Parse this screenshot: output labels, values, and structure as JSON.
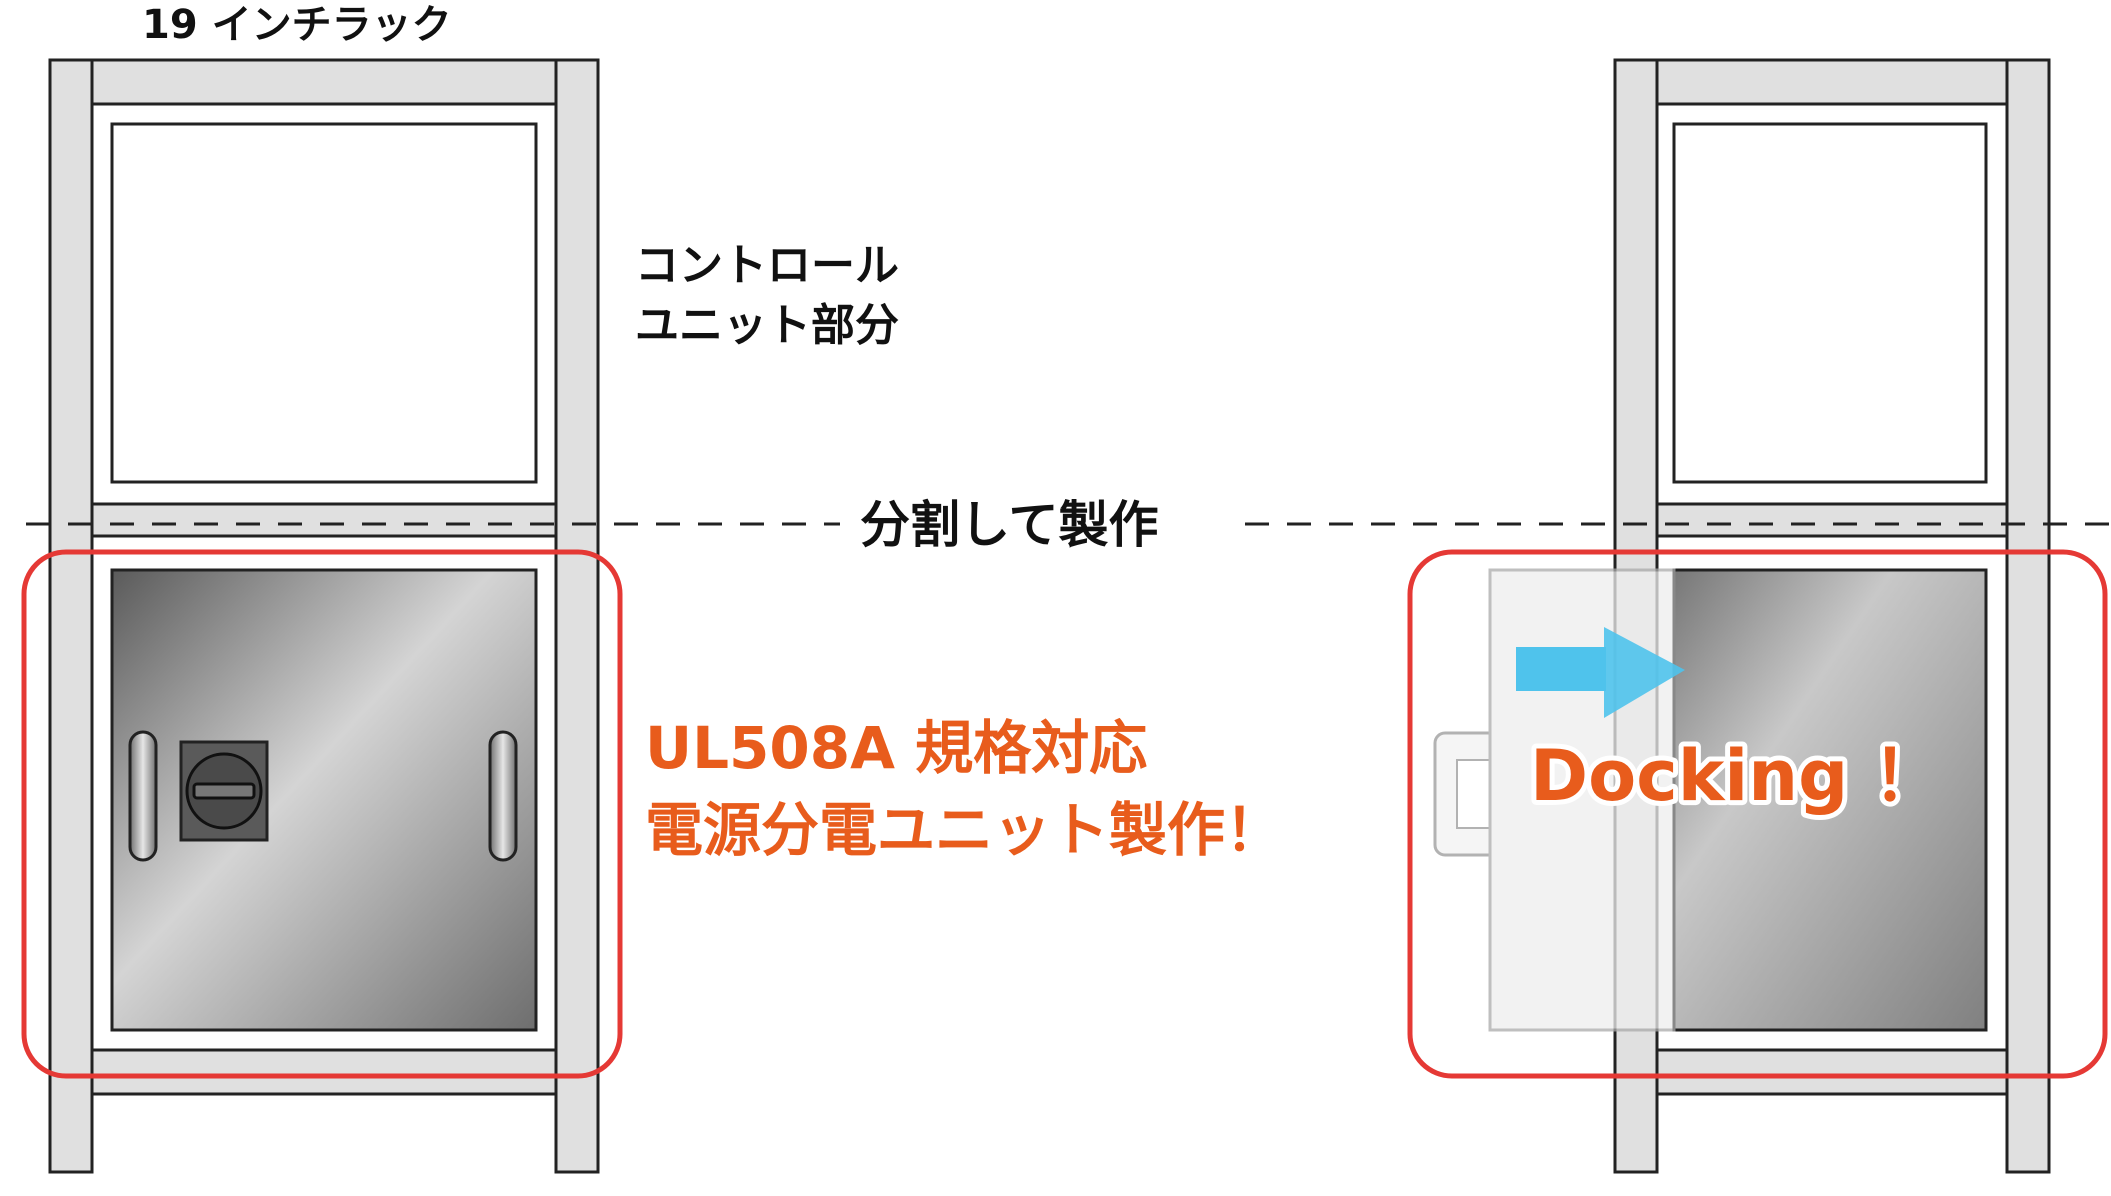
{
  "labels": {
    "rack_title": "19 インチラック",
    "control_unit_line1": "コントロール",
    "control_unit_line2": "ユニット部分",
    "split_note": "分割して製作",
    "ul_line1": "UL508A 規格対応",
    "ul_line2": "電源分電ユニット製作！",
    "docking": "Docking ！"
  },
  "colors": {
    "frame_fill": "#e0e0e0",
    "frame_stroke": "#222222",
    "highlight_outline": "#e53935",
    "accent_orange": "#e85c1c",
    "arrow_blue": "#4fc3ec"
  }
}
